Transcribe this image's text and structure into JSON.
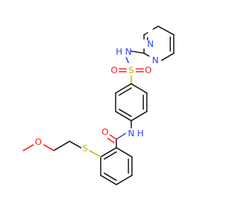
{
  "molecule": {
    "atom_labels": {
      "pyrimidine_n_top": "N",
      "pyrimidine_n_bottom": "N",
      "sulfonamide_nh": "N",
      "sulfonamide_h": "H",
      "sulfonyl_s": "S",
      "sulfonyl_o_left": "O",
      "sulfonyl_o_right": "O",
      "amide_nh": "N",
      "amide_h": "H",
      "carbonyl_o": "O",
      "thioether_s": "S",
      "ether_o": "O"
    },
    "colors": {
      "carbon_bond": "#1a1a1a",
      "nitrogen": "#2f3cff",
      "oxygen": "#ff1a1a",
      "sulfur": "#c8b400"
    }
  }
}
